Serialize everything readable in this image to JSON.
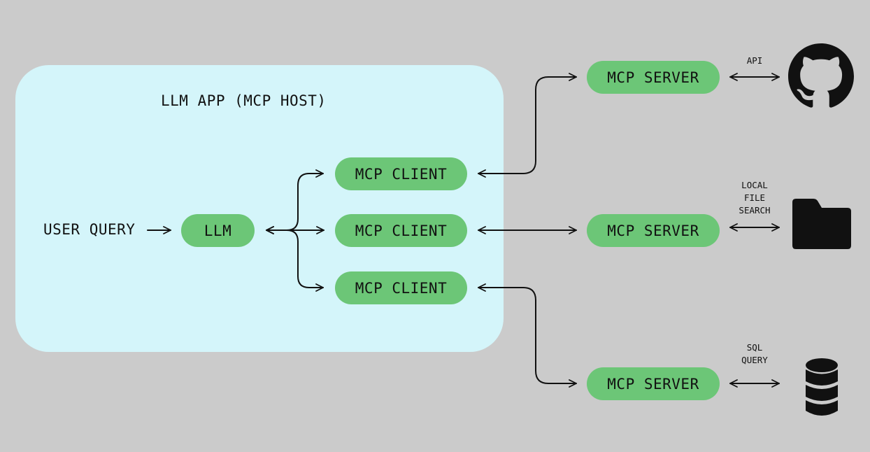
{
  "host": {
    "title": "LLM APP (MCP HOST)"
  },
  "input": {
    "label": "USER QUERY"
  },
  "llm": {
    "label": "LLM"
  },
  "clients": [
    {
      "label": "MCP CLIENT"
    },
    {
      "label": "MCP CLIENT"
    },
    {
      "label": "MCP CLIENT"
    }
  ],
  "servers": [
    {
      "label": "MCP SERVER",
      "connection": "API",
      "resource_icon": "github-icon"
    },
    {
      "label": "MCP SERVER",
      "connection_lines": [
        "LOCAL",
        "FILE",
        "SEARCH"
      ],
      "resource_icon": "folder-icon"
    },
    {
      "label": "MCP SERVER",
      "connection_lines": [
        "SQL",
        "QUERY"
      ],
      "resource_icon": "database-icon"
    }
  ],
  "colors": {
    "background": "#cbcbcb",
    "host_box": "#d4f5fa",
    "pill": "#6cc677",
    "ink": "#111111"
  }
}
